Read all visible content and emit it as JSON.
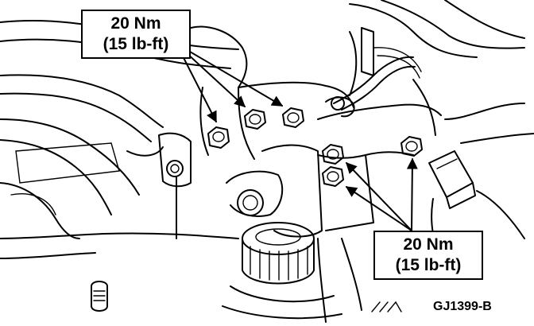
{
  "callouts": {
    "top": {
      "torque_nm": "20 Nm",
      "torque_lbft": "(15 lb-ft)"
    },
    "bottom": {
      "torque_nm": "20 Nm",
      "torque_lbft": "(15 lb-ft)"
    }
  },
  "figure_id": "GJ1399-B",
  "icons": [
    "bolt-head-icon",
    "arrowhead-icon",
    "filler-cap-icon",
    "connector-icon"
  ],
  "colors": {
    "ink": "#000000",
    "paper": "#ffffff"
  }
}
